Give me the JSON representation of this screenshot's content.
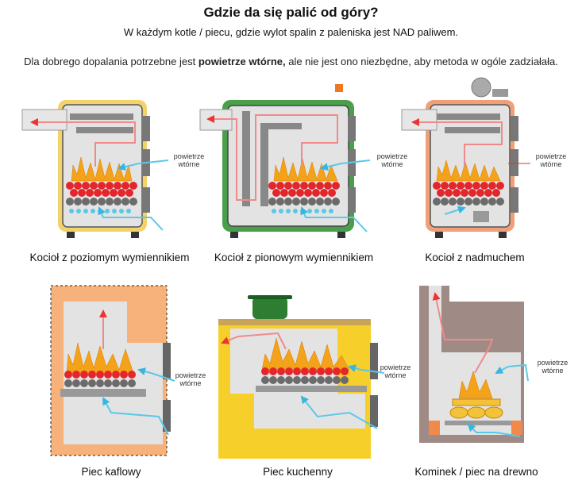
{
  "header": {
    "title": "Gdzie da się palić od góry?",
    "subtitle": "W każdym kotle / piecu, gdzie wylot spalin z paleniska jest NAD paliwem.",
    "note_before": "Dla dobrego dopalania potrzebne jest ",
    "note_bold": "powietrze wtórne,",
    "note_after": " ale nie jest ono niezbędne, aby metoda w ogóle zadziałała."
  },
  "annotation": {
    "line1": "powietrze",
    "line2": "wtórne"
  },
  "panels": [
    {
      "caption": "Kocioł z poziomym wymiennikiem"
    },
    {
      "caption": "Kocioł z pionowym wymiennikiem"
    },
    {
      "caption": "Kocioł z nadmuchem"
    },
    {
      "caption": "Piec kaflowy"
    },
    {
      "caption": "Piec kuchenny"
    },
    {
      "caption": "Kominek / piec na drewno"
    }
  ],
  "colors": {
    "flue_arrow": "#f08a8a",
    "air_arrow": "#5bc8e8",
    "coal_red": "#e3262b",
    "coal_grey": "#6b6b6b",
    "flame": "#f5a21b",
    "boiler1_jacket": "#f2d36b",
    "boiler2_jacket": "#4aa04a",
    "boiler3_jacket": "#f0a078",
    "tile_stove": "#f6b27a",
    "kitchen_stove": "#f6cf2a",
    "fireplace": "#a08a86"
  }
}
